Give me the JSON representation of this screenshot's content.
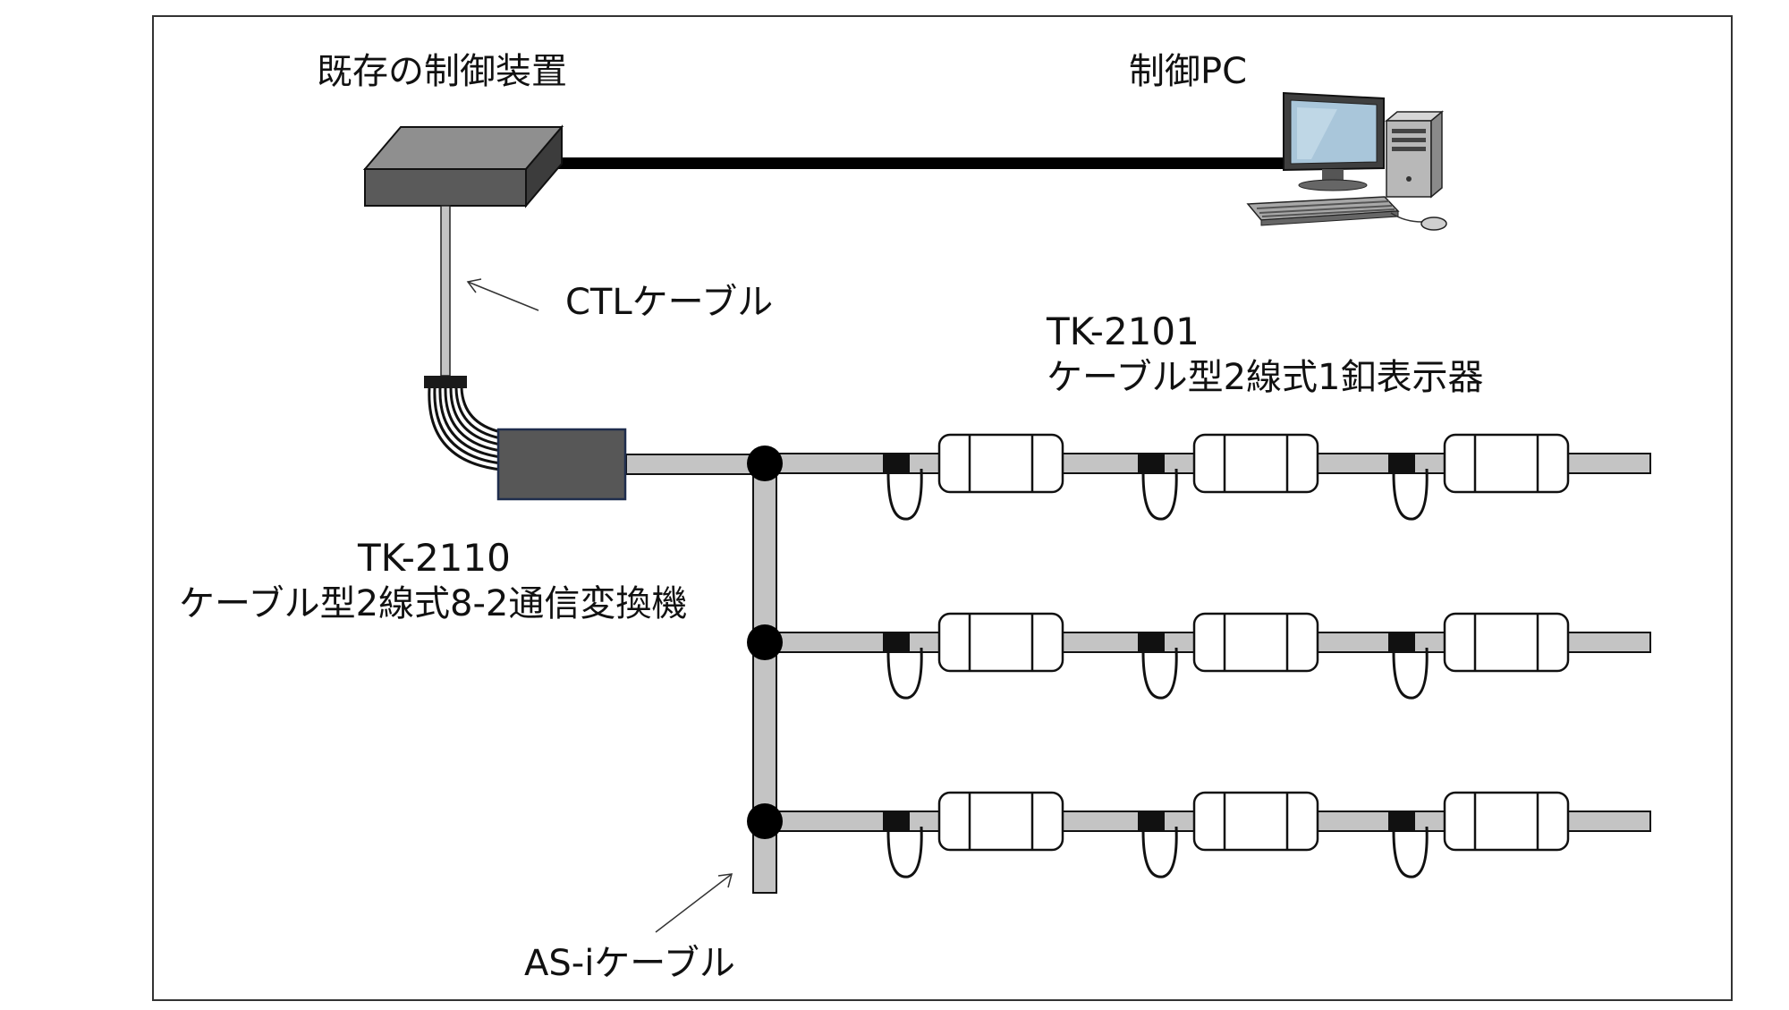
{
  "labels": {
    "existing_controller": "既存の制御装置",
    "control_pc": "制御PC",
    "ctl_cable": "CTLケーブル",
    "display_model": "TK-2101",
    "display_desc": "ケーブル型2線式1釦表示器",
    "converter_model": "TK-2110",
    "converter_desc": "ケーブル型2線式8-2通信変換機",
    "asi_cable": "AS-iケーブル"
  },
  "colors": {
    "cable_fill": "#c4c4c4",
    "junction": "#000000",
    "converter_fill": "#575757",
    "converter_border": "#1f2d4d",
    "controller_top": "#8f8f8f",
    "controller_front": "#5a5a5a",
    "controller_side": "#3c3c3c"
  },
  "layout": {
    "rows": 3,
    "displays_per_row": 3
  }
}
